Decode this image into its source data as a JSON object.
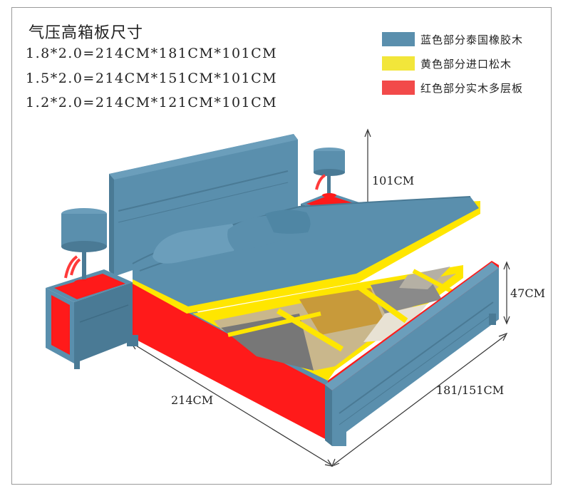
{
  "title": "气压高箱板尺寸",
  "sizes": [
    "1.8*2.0=214CM*181CM*101CM",
    "1.5*2.0=214CM*151CM*101CM",
    "1.2*2.0=214CM*121CM*101CM"
  ],
  "legend": [
    {
      "label": "蓝色部分泰国橡胶木",
      "color": "#5a8fad"
    },
    {
      "label": "黄色部分进口松木",
      "color": "#f2e63a"
    },
    {
      "label": "红色部分实木多层板",
      "color": "#f24a4a"
    }
  ],
  "dimensions": {
    "height": "101CM",
    "side_height": "47CM",
    "length": "214CM",
    "width": "181/151CM"
  },
  "colors": {
    "wood": "#5a8fad",
    "wood_dark": "#4a7a95",
    "pine": "#f2e63a",
    "plywood": "#ff1a1a"
  }
}
